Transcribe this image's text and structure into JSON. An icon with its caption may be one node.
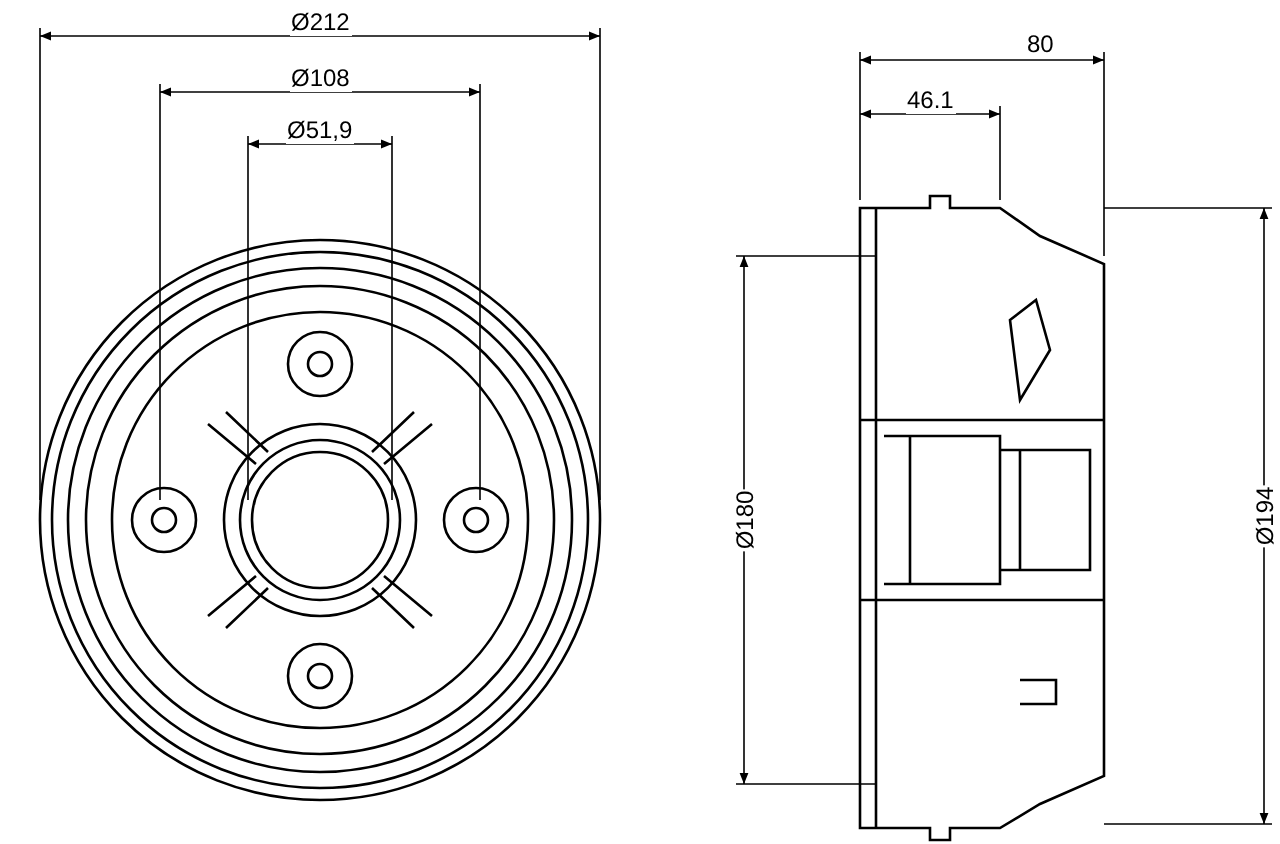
{
  "diagram": {
    "labels": [
      "Ø212",
      "Ø108",
      "Ø51,9",
      "80",
      "46.1",
      "Ø180",
      "Ø194"
    ]
  }
}
